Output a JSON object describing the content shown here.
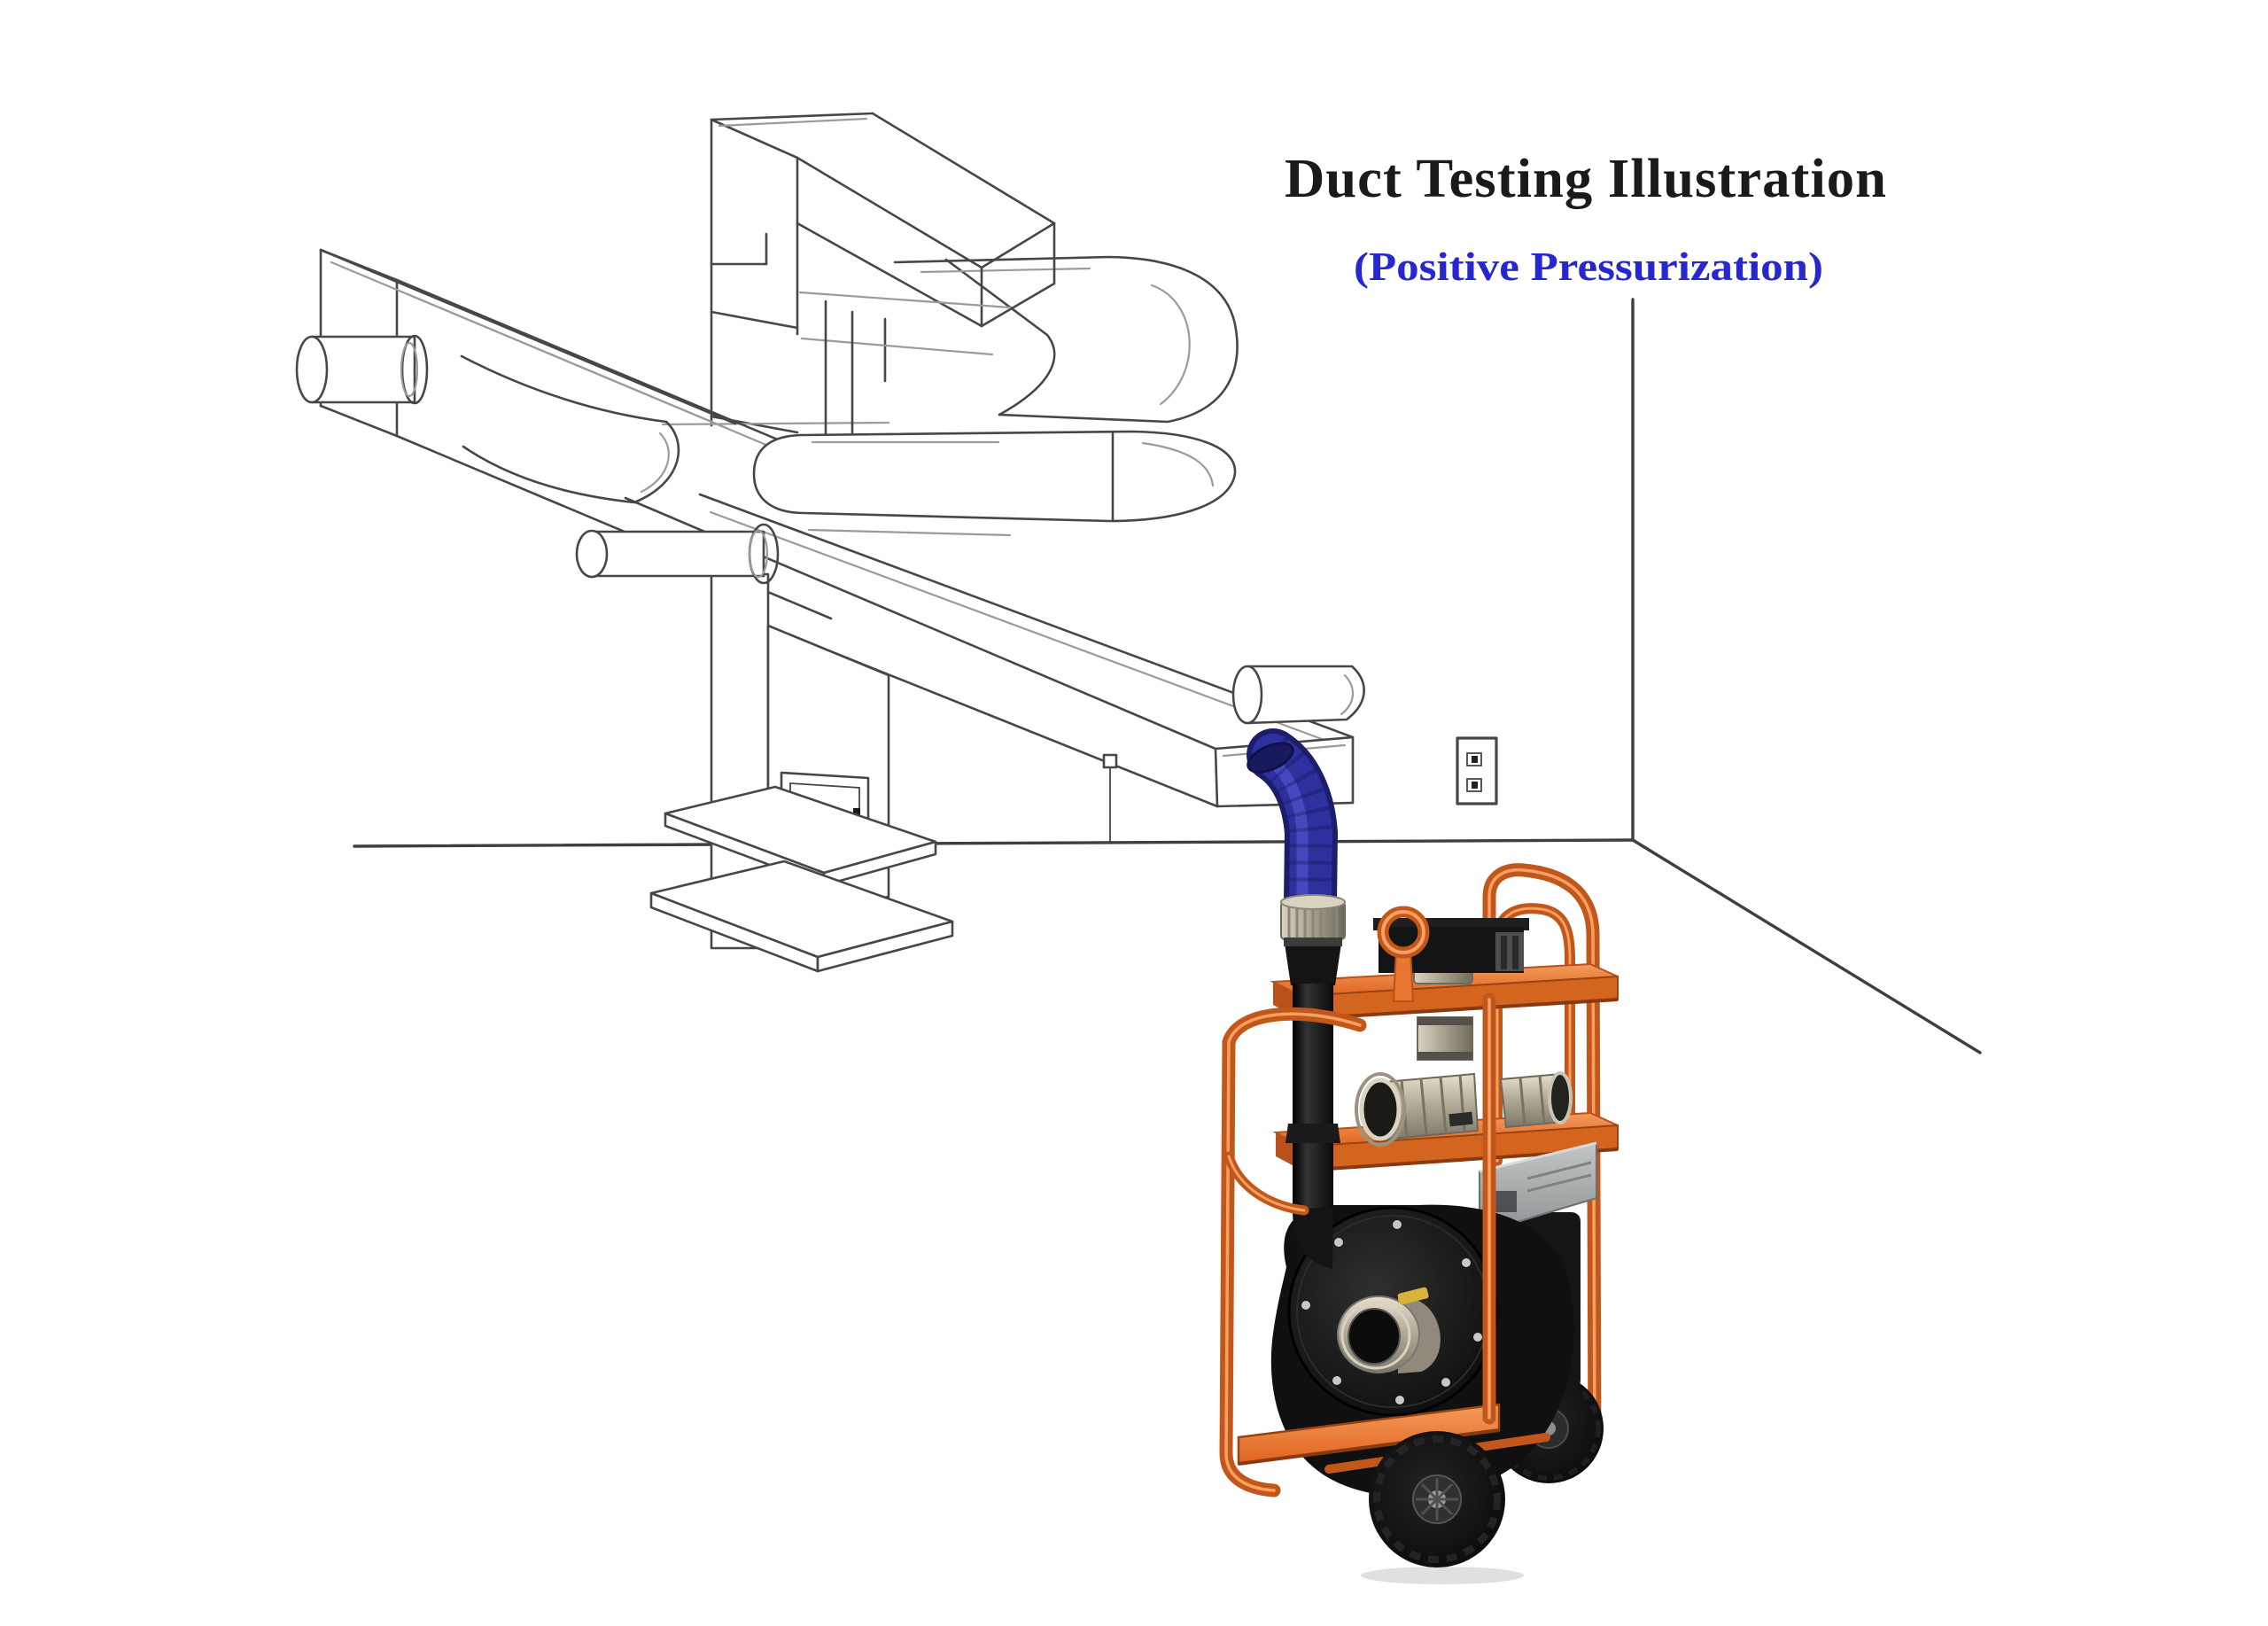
{
  "header": {
    "title": "Duct Testing Illustration",
    "subtitle": "(Positive Pressurization)"
  },
  "colors": {
    "bg": "#ffffff",
    "title_color": "#1a1a1a",
    "subtitle_color": "#2727cf",
    "line": "#474747",
    "line_light": "#9b9b9b",
    "wall_line": "#3f3f3f",
    "hose_blue": "#2e309d",
    "hose_blue_dark": "#1d1e6b",
    "hose_blue_light": "#4a51c6",
    "orange": "#e8762f",
    "orange_light": "#f7a061",
    "orange_dark": "#c2571c",
    "orange_deep": "#8a3a10",
    "metal_light": "#d9d3c1",
    "metal_mid": "#a59f8d",
    "metal_dark": "#6e6a5b",
    "black_housing": "#101010",
    "black_case": "#141414",
    "panel_gray": "#a9adad",
    "label_yellow": "#d9b13b",
    "wheel_black": "#0b0b0b"
  },
  "illustration": {
    "scene": "isometric line sketch of residential ductwork connected by a flexible hose to a duct testing fan cart",
    "parts": [
      {
        "name": "ductwork-sketch",
        "label": "duct trunk lines and return elbows"
      },
      {
        "name": "supply-trunk-duct",
        "label": "sloped supply trunk with open end"
      },
      {
        "name": "plenum-column",
        "label": "vertical plenum with access door and base platforms"
      },
      {
        "name": "branch-pipe",
        "label": "round branch take-off pipes"
      },
      {
        "name": "wall-corner",
        "label": "room wall corner and floor lines"
      },
      {
        "name": "electrical-outlet",
        "label": "wall outlet"
      },
      {
        "name": "flex-duct-hose",
        "label": "blue flexible test hose with clamp collar"
      },
      {
        "name": "duct-test-fan-cart",
        "label": "orange cart with blower fan, flow rings, gauge case, control panel and wheels"
      }
    ]
  }
}
